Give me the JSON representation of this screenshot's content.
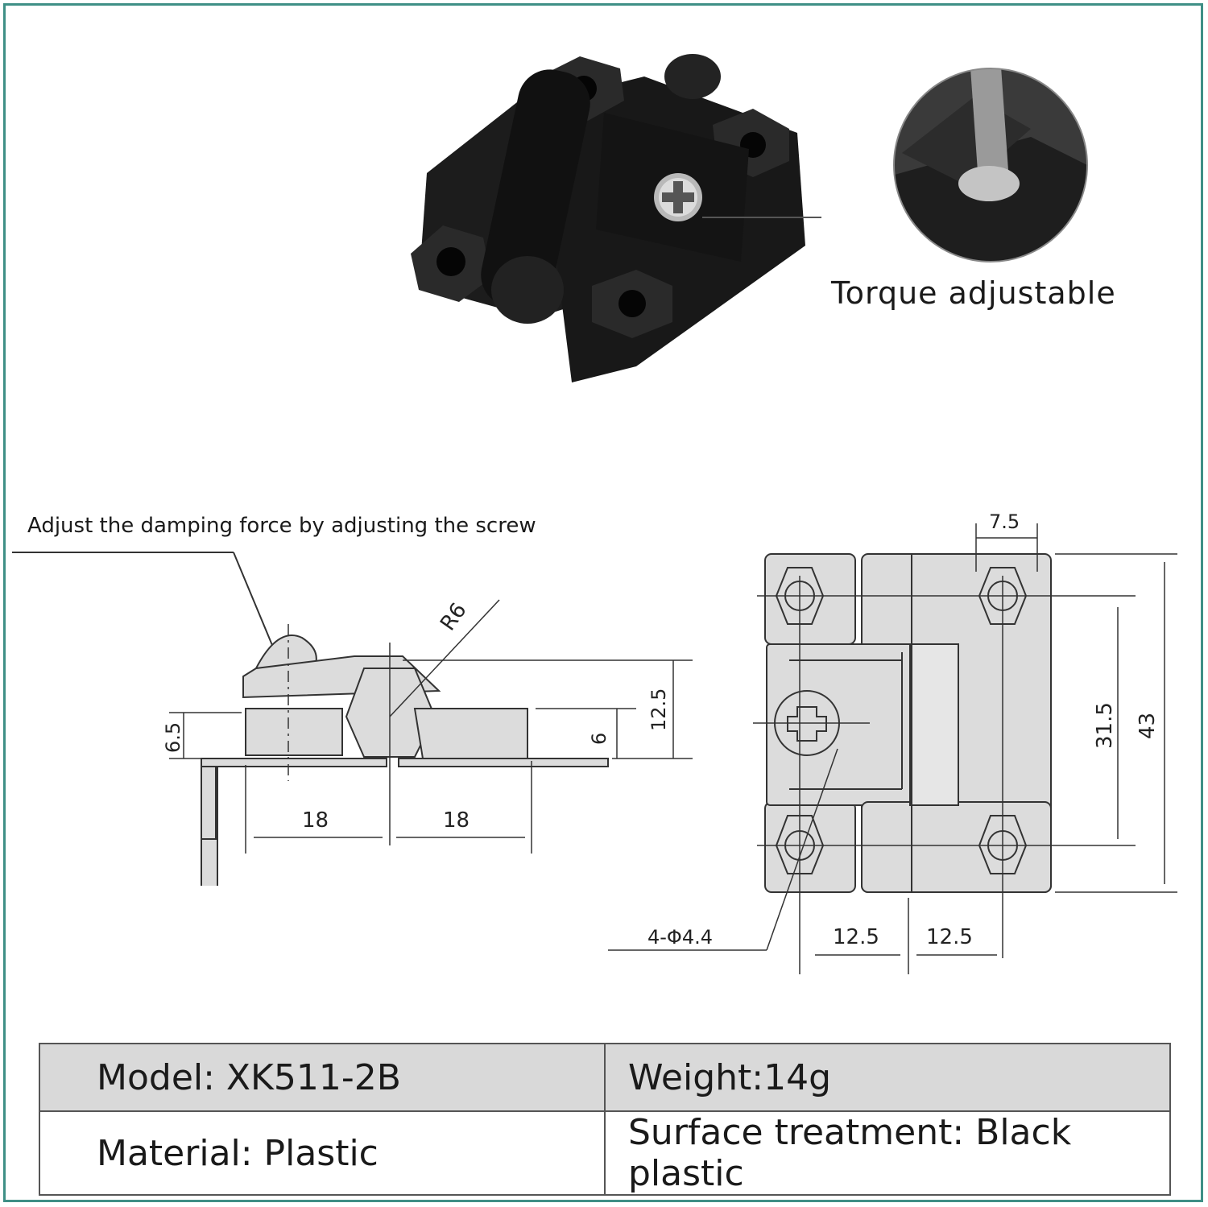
{
  "photo": {
    "callout_label": "Torque adjustable"
  },
  "side_view": {
    "callout_label": "Adjust the damping force by adjusting the screw",
    "radius_label": "R6",
    "dims": {
      "left_height": "6.5",
      "total_height": "12.5",
      "leaf_thickness": "6",
      "left_width": "18",
      "right_width": "18"
    }
  },
  "front_view": {
    "dims": {
      "top_width": "7.5",
      "hole_spacing": "31.5",
      "total_height": "43",
      "hole_label": "4-Φ4.4",
      "left_width": "12.5",
      "right_width": "12.5"
    }
  },
  "specs": {
    "model": "Model: XK511-2B",
    "weight": "Weight:14g",
    "material": "Material: Plastic",
    "surface": "Surface treatment: Black plastic"
  },
  "colors": {
    "frame": "#3f8f86",
    "part_fill": "#dcdcdc",
    "hinge_black": "#151515"
  }
}
